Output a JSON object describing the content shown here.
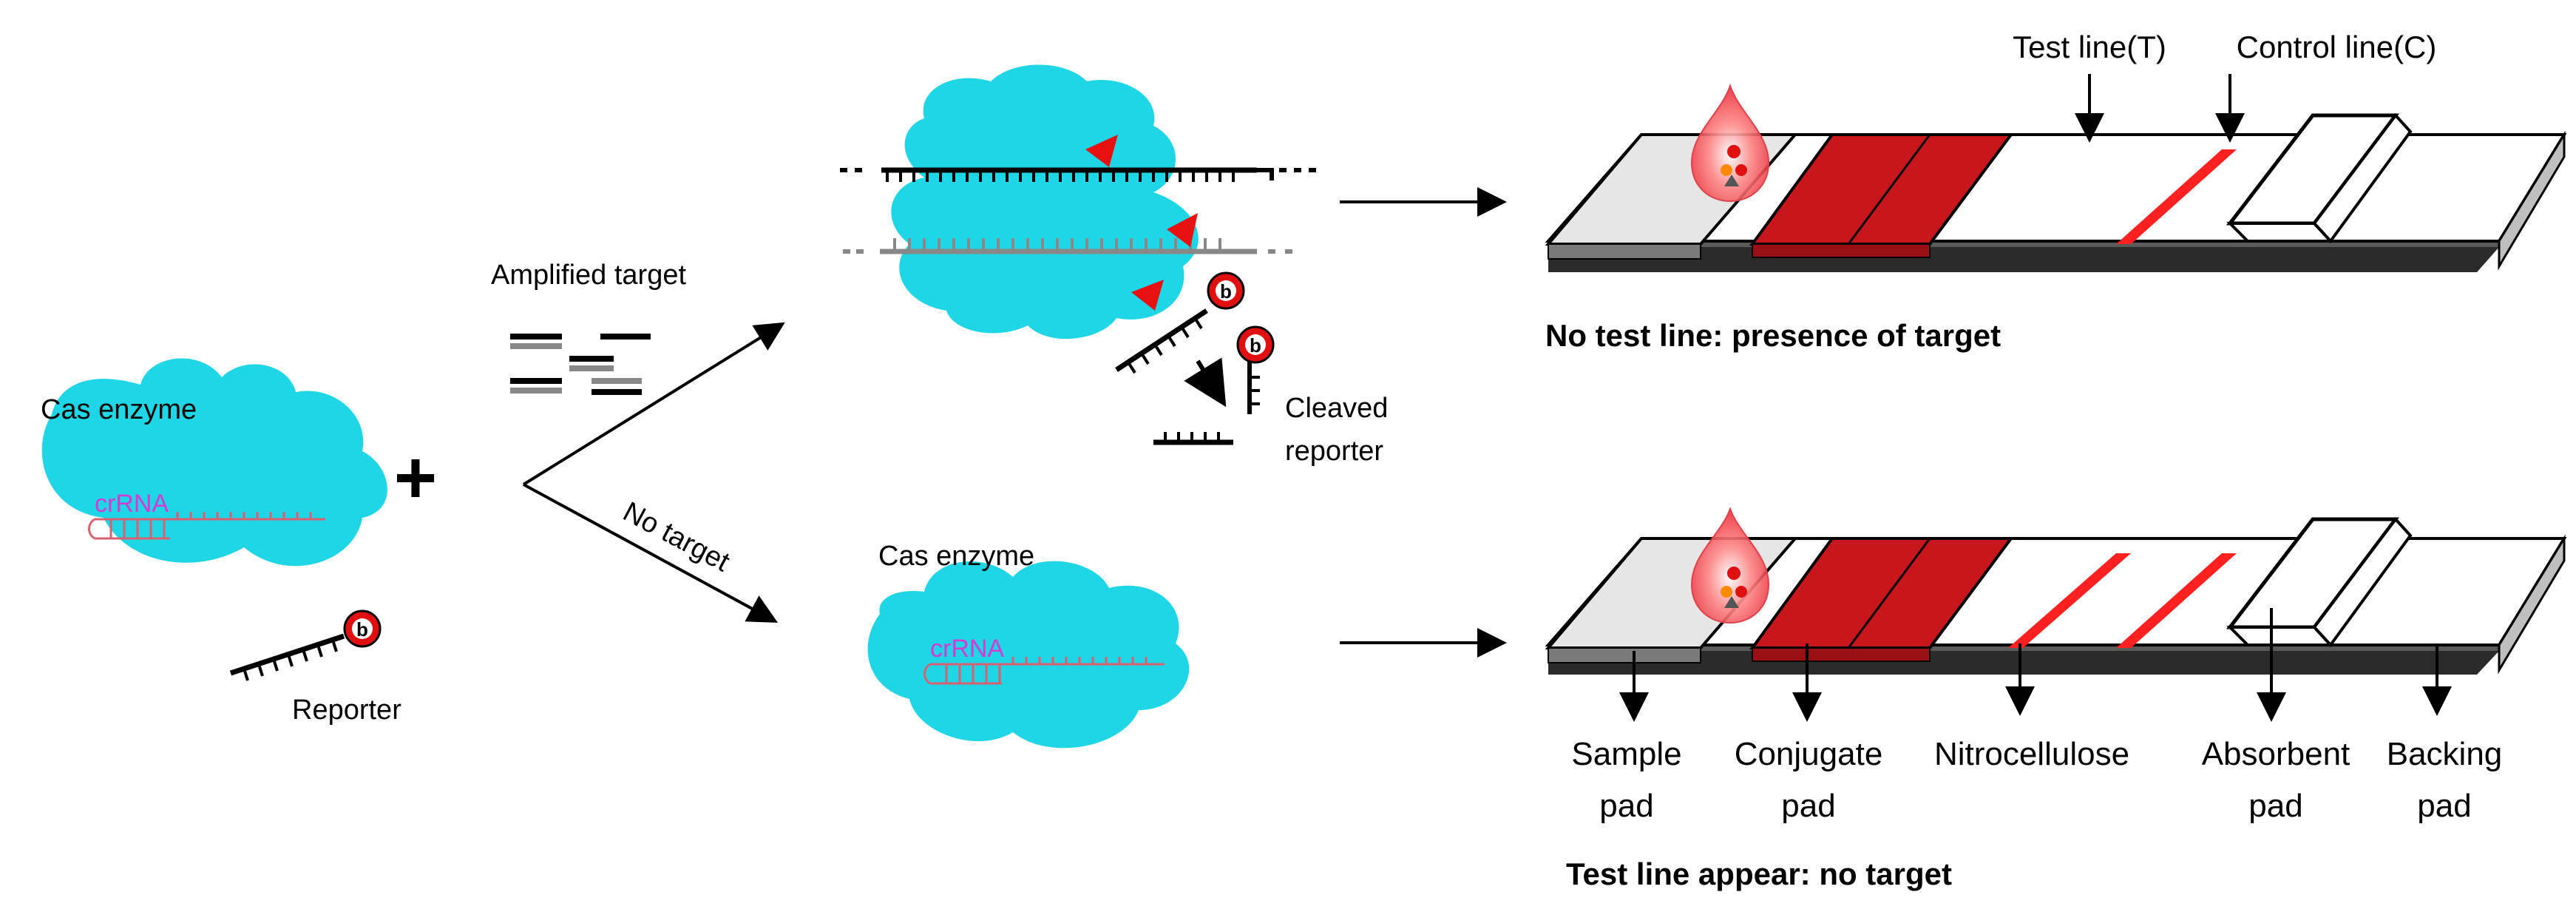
{
  "labels": {
    "cas_enzyme_left": "Cas enzyme",
    "crrna_left": "crRNA",
    "reporter": "Reporter",
    "plus": "+",
    "amplified_target": "Amplified target",
    "no_target": "No target",
    "cleaved_line1": "Cleaved",
    "cleaved_line2": "reporter",
    "cas_enzyme_bottom": "Cas enzyme",
    "crrna_bottom": "crRNA",
    "reporter_badge": "b"
  },
  "strip_top": {
    "test_line_label": "Test line(T)",
    "control_line_label": "Control line(C)",
    "caption": "No test line: presence of target"
  },
  "strip_bottom": {
    "caption": "Test line appear: no target",
    "parts": [
      {
        "line1": "Sample",
        "line2": "pad"
      },
      {
        "line1": "Conjugate",
        "line2": "pad"
      },
      {
        "line1": "Nitrocellulose",
        "line2": ""
      },
      {
        "line1": "Absorbent",
        "line2": "pad"
      },
      {
        "line1": "Backing",
        "line2": "pad"
      }
    ]
  },
  "colors": {
    "cas_cyan": "#1fd6e6",
    "conjugate_red": "#c8161d",
    "test_line_red": "#ff2020",
    "crrna_pink": "#d43ad4",
    "rna_strand": "#d86070"
  }
}
